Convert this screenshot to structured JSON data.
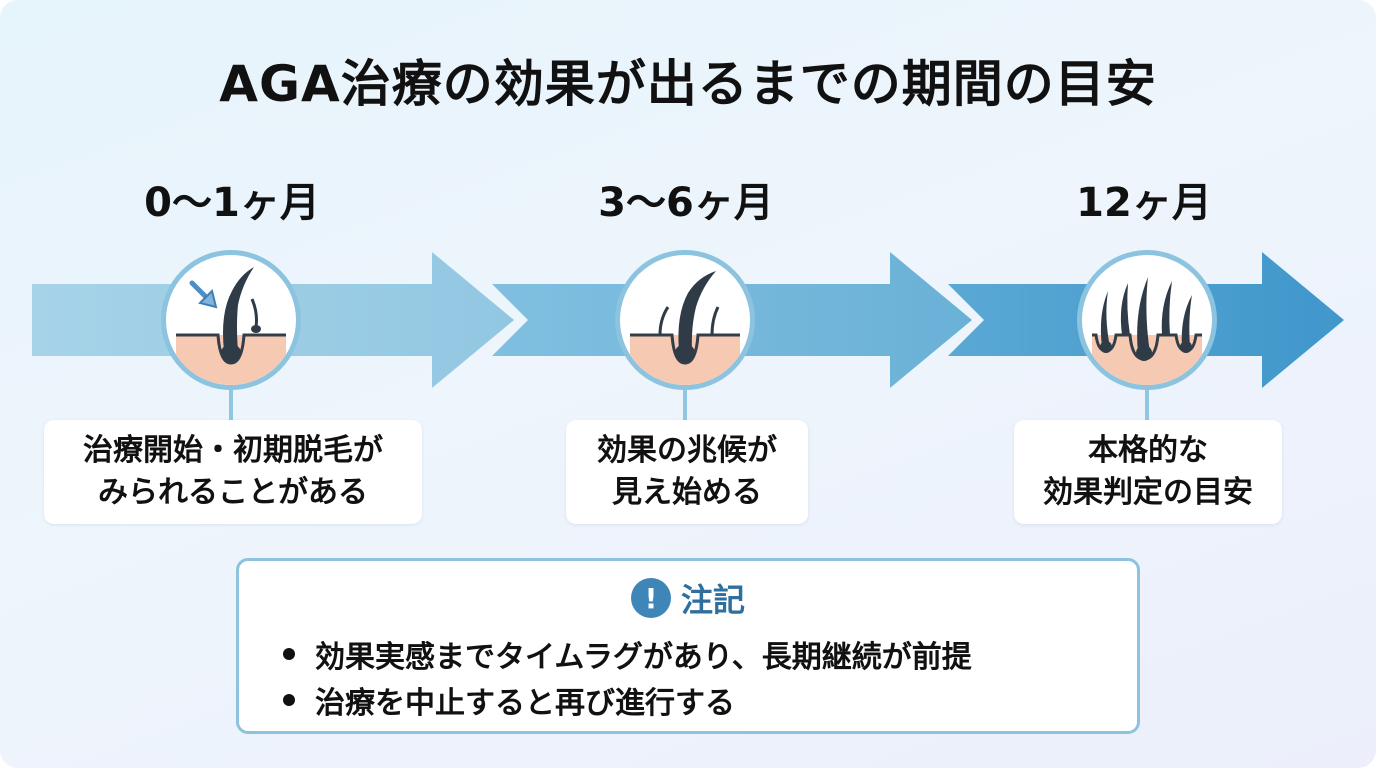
{
  "title": "AGA治療の効果が出るまでの期間の目安",
  "stages": [
    {
      "period": "0〜1ヶ月",
      "line1": "治療開始・初期脱毛が",
      "line2": "みられることがある",
      "icon": "hair-follicle-shedding-icon"
    },
    {
      "period": "3〜6ヶ月",
      "line1": "効果の兆候が",
      "line2": "見え始める",
      "icon": "hair-follicle-growing-icon"
    },
    {
      "period": "12ヶ月",
      "line1": "本格的な",
      "line2": "効果判定の目安",
      "icon": "hair-follicle-full-icon"
    }
  ],
  "note": {
    "icon": "!",
    "title": "注記",
    "items": [
      "効果実感までタイムラグがあり、長期継続が前提",
      "治療を中止すると再び進行する"
    ]
  },
  "colors": {
    "arrow_1": "#9ecfe5",
    "arrow_2": "#72b6d9",
    "arrow_3": "#4b9fcf",
    "medallion_border": "#8cc4df",
    "scalp": "#f6c9b3",
    "hair": "#2f3c48",
    "note_accent": "#3e86b8"
  }
}
